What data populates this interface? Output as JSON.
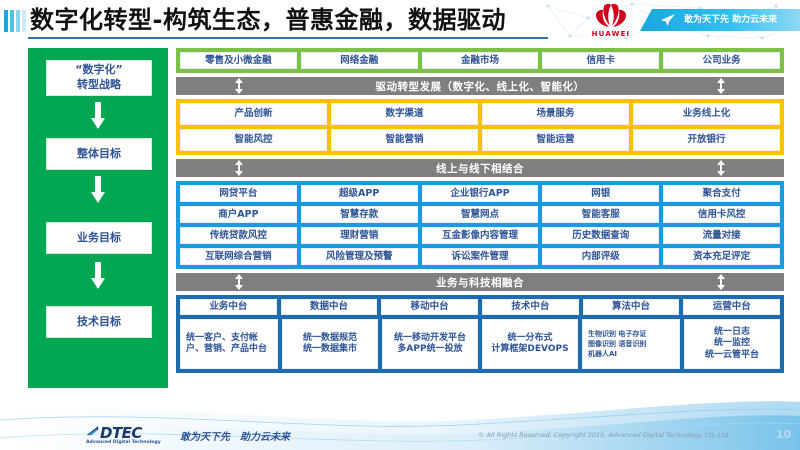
{
  "header": {
    "title": "数字化转型-构筑生态，普惠金融，数据驱动",
    "brand": "HUAWEI",
    "slogan": "敢为天下先 助力云未来"
  },
  "strategy_column": {
    "boxes": [
      {
        "label": "“数字化”\n转型战略"
      },
      {
        "label": "整体目标"
      },
      {
        "label": "业务目标"
      },
      {
        "label": "技术目标"
      }
    ]
  },
  "business_lines": {
    "accent": "#7bc143",
    "items": [
      "零售及小微金融",
      "网络金融",
      "金融市场",
      "信用卡",
      "公司业务"
    ]
  },
  "divider_1": {
    "label": "驱动转型发展（数字化、线上化、智能化）"
  },
  "transformation": {
    "accent": "#ffc000",
    "rows": [
      [
        "产品创新",
        "数字渠道",
        "场景服务",
        "业务线上化"
      ],
      [
        "智能风控",
        "智能营销",
        "智能运营",
        "开放银行"
      ]
    ]
  },
  "divider_2": {
    "label": "线上与线下相结合"
  },
  "online_offline": {
    "accent": "#1a9ae0",
    "rows": [
      [
        "网贷平台",
        "超级APP",
        "企业银行APP",
        "网银",
        "聚合支付"
      ],
      [
        "商户APP",
        "智慧存款",
        "智慧网点",
        "智能客服",
        "信用卡风控"
      ],
      [
        "传统贷款风控",
        "理财营销",
        "互金影像内容管理",
        "历史数据查询",
        "流量对接"
      ],
      [
        "互联网综合营销",
        "风险管理及预警",
        "诉讼案件管理",
        "内部评级",
        "资本充足评定"
      ]
    ]
  },
  "divider_3": {
    "label": "业务与科技相融合"
  },
  "middle_platform": {
    "accent": "#1f6bb0",
    "headers": [
      "业务中台",
      "数据中台",
      "移动中台",
      "技术中台",
      "算法中台",
      "运营中台"
    ],
    "bodies": [
      "统一客户、支付帐户、营销、产品中台",
      "统一数据规范\n统一数据集市",
      "统一移动开发平台\n多APP统一投放",
      "统一分布式\n计算框架DEVOPS",
      "生物识别 电子存证\n图像识别 语音识别\n机器人AI",
      "统一日志\n统一监控\n统一云管平台"
    ]
  },
  "footer": {
    "logo_main": "DTEC",
    "logo_sub": "Advanced Digital Technology",
    "slogan": "敢为天下先　助力云未来",
    "copyright": "© All Rights Reserved. Copyright 2019, Advanced Digital Technology CO.,Ltd",
    "page_number": "10"
  }
}
